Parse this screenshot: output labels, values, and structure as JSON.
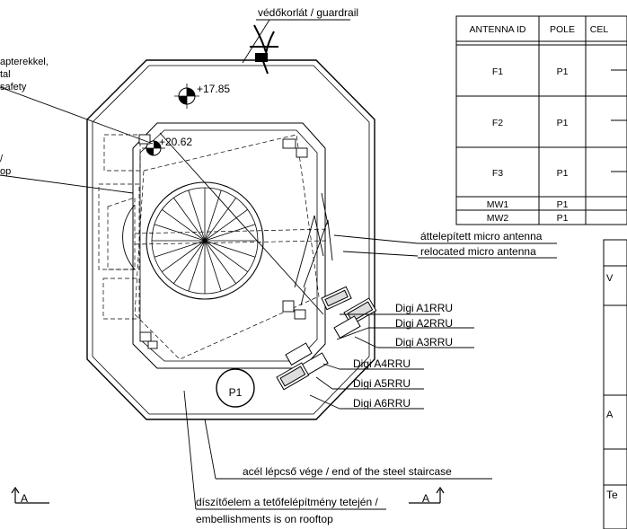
{
  "labels": {
    "guardrail": "védőkorlát / guardrail",
    "left_note_1": "apterekkel,",
    "left_note_2": "tal",
    "left_note_3": "safety",
    "left_note_4": "/",
    "left_note_5": "op",
    "elev_1": "+17.85",
    "elev_2": "+20.62",
    "relocated_hu": "áttelepített micro antenna",
    "relocated_en": "relocated micro antenna",
    "rru_a1": "Digi A1RRU",
    "rru_a2": "Digi A2RRU",
    "rru_a3": "Digi A3RRU",
    "rru_a4": "Digi A4RRU",
    "rru_a5": "Digi A5RRU",
    "rru_a6": "Digi A6RRU",
    "pole": "P1",
    "section_left": "A",
    "section_right": "A",
    "staircase": "acél lépcső vége / end of the steel staircase",
    "embell_hu": "díszítőelem a tetőfelépítmény tetején /",
    "embell_en": "embellishments is on rooftop"
  },
  "table": {
    "headers": [
      "ANTENNA ID",
      "POLE",
      "CEL"
    ],
    "rows": [
      {
        "id": "F1",
        "pole": "P1"
      },
      {
        "id": "F2",
        "pole": "P1"
      },
      {
        "id": "F3",
        "pole": "P1"
      },
      {
        "id": "MW1",
        "pole": "P1"
      },
      {
        "id": "MW2",
        "pole": "P1"
      }
    ]
  },
  "title_block": {
    "c1": "V",
    "c2": "A",
    "c3": "Te"
  }
}
